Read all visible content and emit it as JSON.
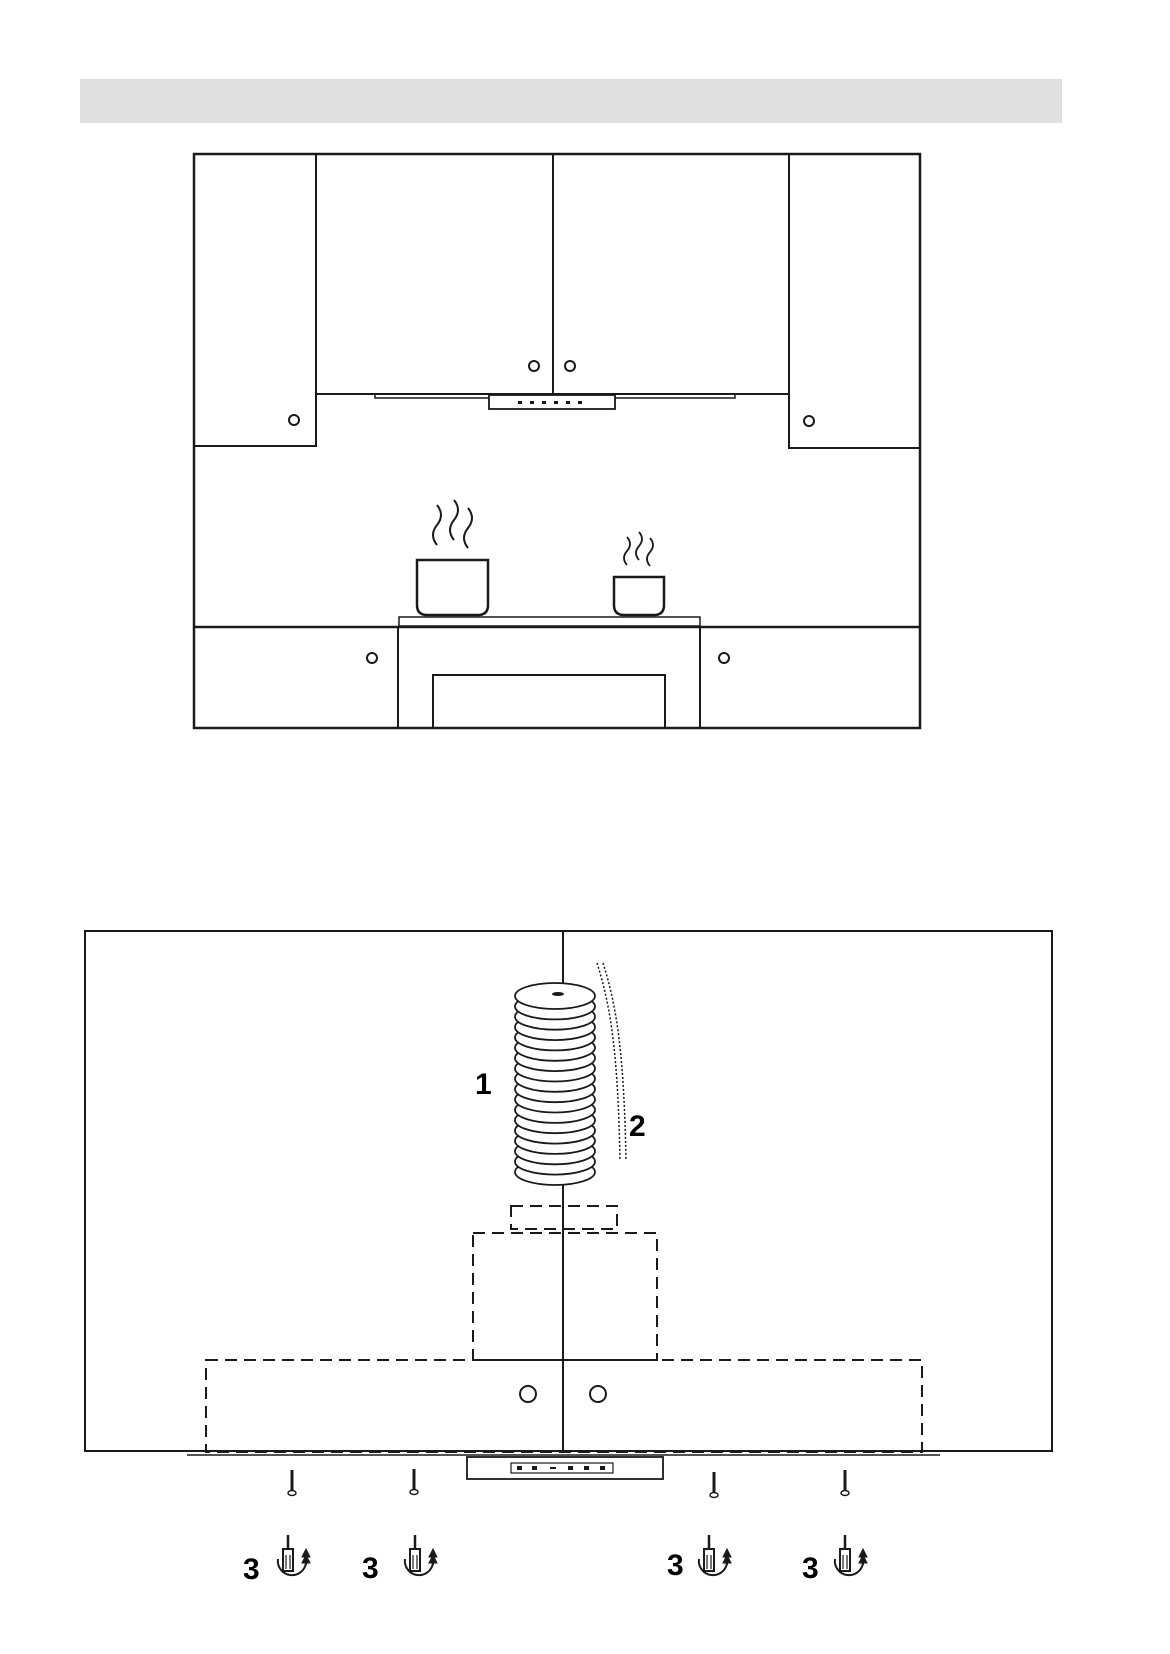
{
  "header": {
    "text": ""
  },
  "figure_bottom": {
    "callouts": {
      "item_1": "1",
      "item_2": "2",
      "item_3": "3"
    }
  },
  "colors": {
    "line": "#1a1a1a",
    "header_bar": "#e0e0e0",
    "background": "#ffffff"
  }
}
